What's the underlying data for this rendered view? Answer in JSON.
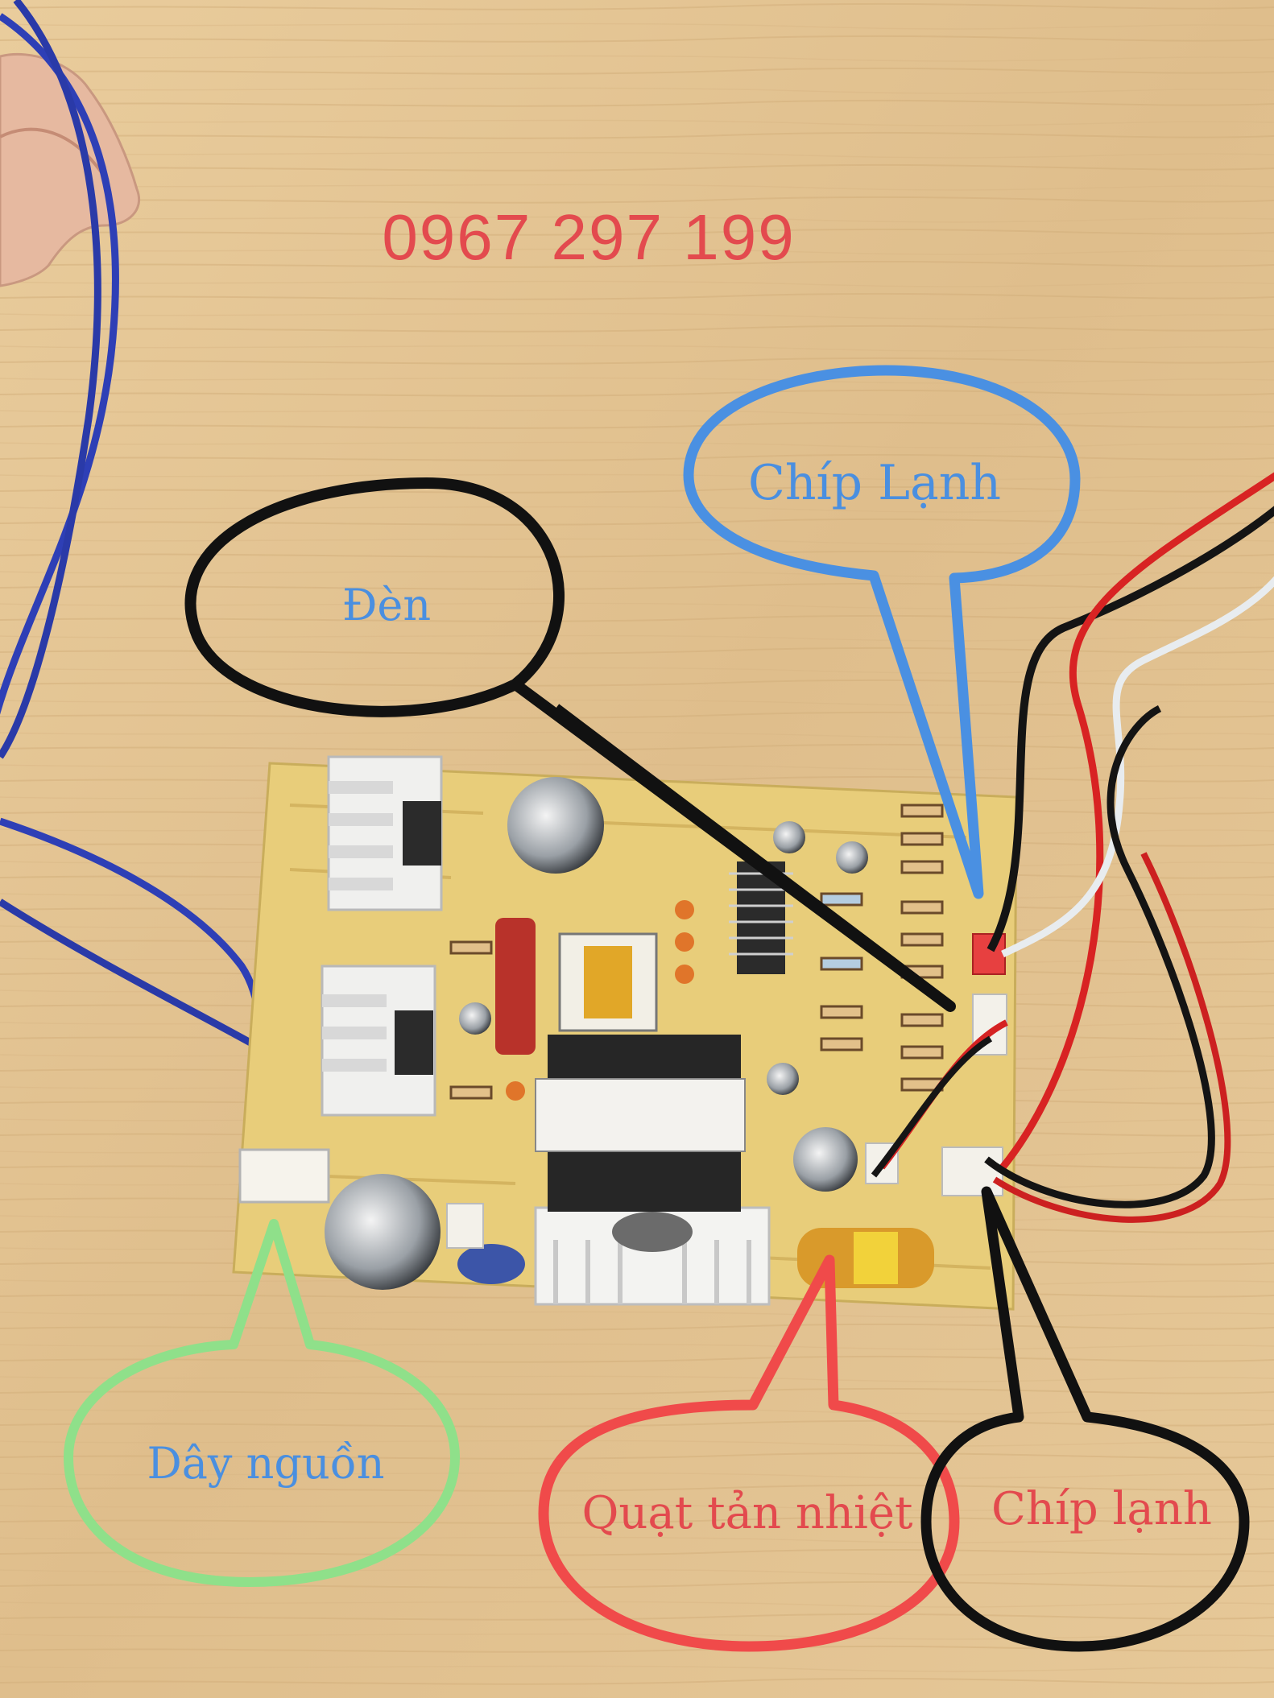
{
  "phone_number": "0967 297 199",
  "callouts": {
    "den": "Đèn",
    "chip_lanh_top": "Chíp Lạnh",
    "day_nguon": "Dây nguồn",
    "quat_tan_nhiet": "Quạt tản nhiệt",
    "chip_lanh_bottom": "Chíp lạnh"
  },
  "colors": {
    "wood": "#e3c393",
    "board": "#e8cd7a",
    "text_red": "#e34a4e",
    "text_blue": "#4a8fe0",
    "callout_black": "#111111",
    "callout_blue": "#4a90e2",
    "callout_green": "#8fe08a",
    "callout_red": "#f04a4a"
  }
}
